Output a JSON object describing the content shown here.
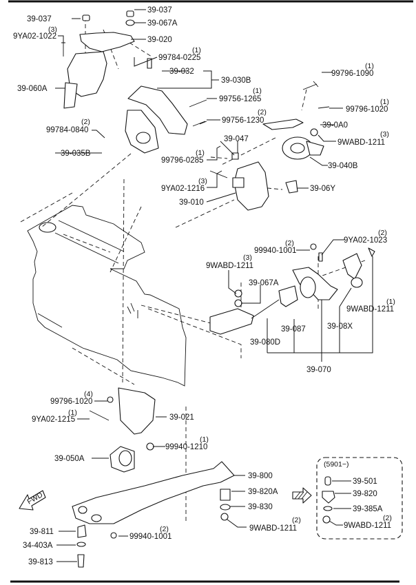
{
  "diagram": {
    "title": "Engine Mount Exploded Diagram",
    "fwd_label": "FWD",
    "inset_label": "(5901−)",
    "parts": [
      {
        "id": "p01",
        "code": "39-037",
        "qty": ""
      },
      {
        "id": "p02",
        "code": "39-037",
        "qty": ""
      },
      {
        "id": "p03",
        "code": "39-067A",
        "qty": ""
      },
      {
        "id": "p04",
        "code": "9YA02-1022",
        "qty": "(3)"
      },
      {
        "id": "p05",
        "code": "39-020",
        "qty": ""
      },
      {
        "id": "p06",
        "code": "99784-0225",
        "qty": "(1)"
      },
      {
        "id": "p07",
        "code": "39-032",
        "qty": ""
      },
      {
        "id": "p08",
        "code": "39-030B",
        "qty": ""
      },
      {
        "id": "p09",
        "code": "39-060A",
        "qty": ""
      },
      {
        "id": "p10",
        "code": "99796-1090",
        "qty": "(1)"
      },
      {
        "id": "p11",
        "code": "99756-1265",
        "qty": "(1)"
      },
      {
        "id": "p12",
        "code": "99796-1020",
        "qty": "(1)"
      },
      {
        "id": "p13",
        "code": "99784-0840",
        "qty": "(2)"
      },
      {
        "id": "p14",
        "code": "99756-1230",
        "qty": "(2)"
      },
      {
        "id": "p15",
        "code": "39-0A0",
        "qty": ""
      },
      {
        "id": "p16",
        "code": "39-047",
        "qty": ""
      },
      {
        "id": "p17",
        "code": "9WABD-1211",
        "qty": "(3)"
      },
      {
        "id": "p18",
        "code": "39-035B",
        "qty": ""
      },
      {
        "id": "p19",
        "code": "99796-0285",
        "qty": "(1)"
      },
      {
        "id": "p20",
        "code": "39-040B",
        "qty": ""
      },
      {
        "id": "p21",
        "code": "9YA02-1216",
        "qty": "(3)"
      },
      {
        "id": "p22",
        "code": "39-06Y",
        "qty": ""
      },
      {
        "id": "p23",
        "code": "39-010",
        "qty": ""
      },
      {
        "id": "p24",
        "code": "99940-1001",
        "qty": "(2)"
      },
      {
        "id": "p25",
        "code": "9YA02-1023",
        "qty": "(2)"
      },
      {
        "id": "p26",
        "code": "9WABD-1211",
        "qty": "(3)"
      },
      {
        "id": "p27",
        "code": "39-067A",
        "qty": ""
      },
      {
        "id": "p28",
        "code": "9WABD-1211",
        "qty": "(1)"
      },
      {
        "id": "p29",
        "code": "39-087",
        "qty": ""
      },
      {
        "id": "p30",
        "code": "39-08X",
        "qty": ""
      },
      {
        "id": "p31",
        "code": "39-080D",
        "qty": ""
      },
      {
        "id": "p32",
        "code": "39-070",
        "qty": ""
      },
      {
        "id": "p33",
        "code": "99796-1020",
        "qty": "(4)"
      },
      {
        "id": "p34",
        "code": "9YA02-1215",
        "qty": "(1)"
      },
      {
        "id": "p35",
        "code": "39-021",
        "qty": ""
      },
      {
        "id": "p36",
        "code": "99940-1210",
        "qty": "(1)"
      },
      {
        "id": "p37",
        "code": "39-050A",
        "qty": ""
      },
      {
        "id": "p38",
        "code": "39-800",
        "qty": ""
      },
      {
        "id": "p39",
        "code": "39-820A",
        "qty": ""
      },
      {
        "id": "p40",
        "code": "39-830",
        "qty": ""
      },
      {
        "id": "p41",
        "code": "9WABD-1211",
        "qty": "(2)"
      },
      {
        "id": "p42",
        "code": "39-811",
        "qty": ""
      },
      {
        "id": "p43",
        "code": "99940-1001",
        "qty": "(2)"
      },
      {
        "id": "p44",
        "code": "34-403A",
        "qty": ""
      },
      {
        "id": "p45",
        "code": "39-813",
        "qty": ""
      },
      {
        "id": "p46",
        "code": "39-501",
        "qty": ""
      },
      {
        "id": "p47",
        "code": "39-820",
        "qty": ""
      },
      {
        "id": "p48",
        "code": "39-385A",
        "qty": ""
      },
      {
        "id": "p49",
        "code": "9WABD-1211",
        "qty": "(2)"
      }
    ]
  }
}
